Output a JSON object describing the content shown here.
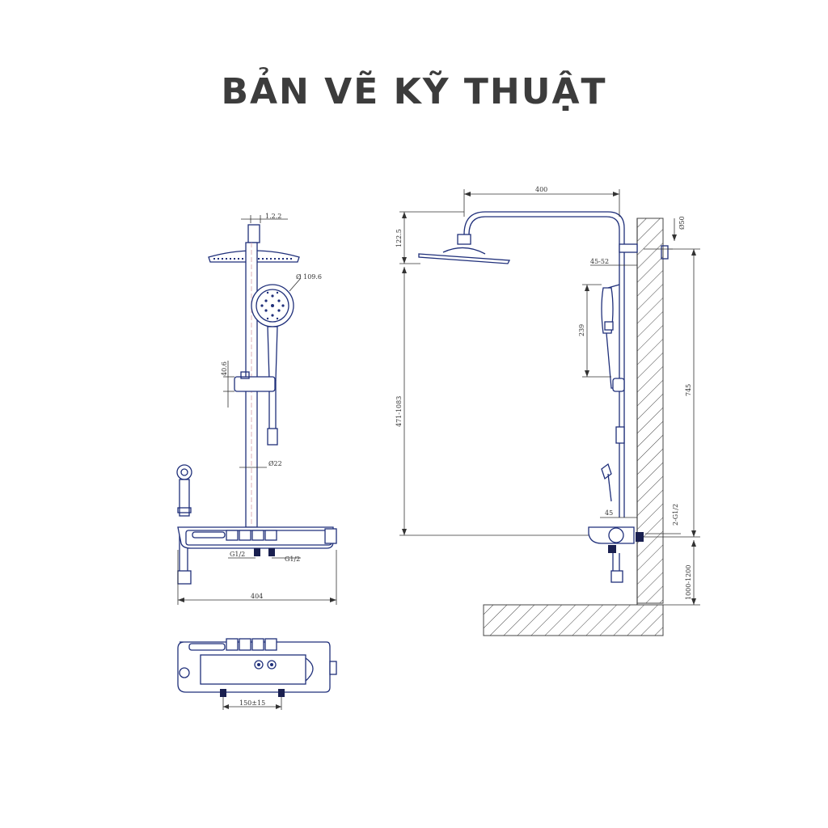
{
  "title": "BẢN VẼ KỸ THUẬT",
  "front_view": {
    "dims": {
      "top_pipe": "1.2.2",
      "hand_shower_dia": "Ø 109.6",
      "holder_height": "40.6",
      "pipe_dia": "Ø22",
      "outlet_left": "G1/2",
      "outlet_right": "G1/2",
      "total_width": "404"
    }
  },
  "bottom_view": {
    "dims": {
      "inlet_spacing": "150±15"
    }
  },
  "side_view": {
    "dims": {
      "arm_length": "400",
      "head_drop": "122.5",
      "height_range": "471-1083",
      "wall_offset_top": "45-52",
      "hand_shower_length": "239",
      "wall_offset_bottom": "45",
      "bracket_dia": "Ø50",
      "mount_height": "745",
      "inlet_thread": "2-G1/2",
      "floor_height": "1000-1200"
    }
  },
  "colors": {
    "line": "#1f2f7a",
    "dimension": "#333333",
    "title": "#3c3c3c"
  }
}
